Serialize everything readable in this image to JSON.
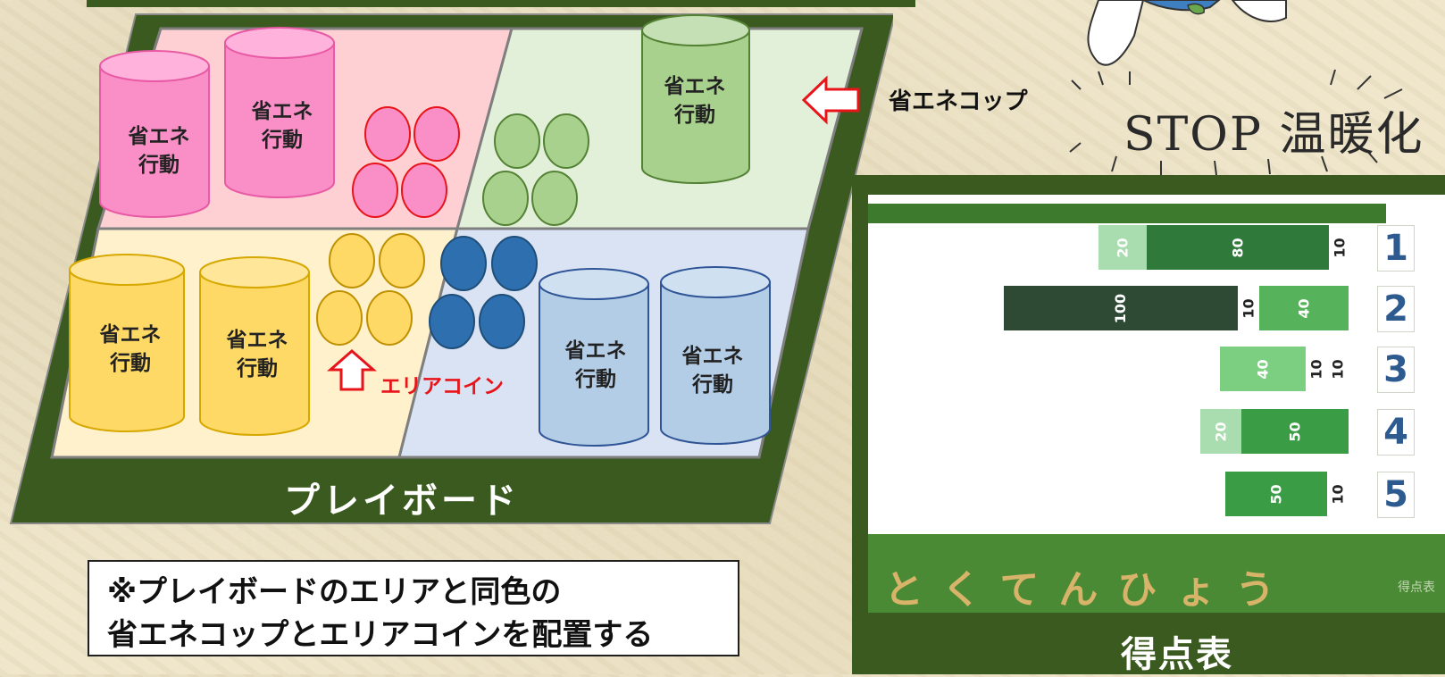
{
  "board": {
    "caption": "プレイボード",
    "cup_label_line1": "省エネ",
    "cup_label_line2": "行動",
    "area_coin_label": "エリアコイン",
    "cop_label": "省エネコップ"
  },
  "note": {
    "line1": "※プレイボードのエリアと同色の",
    "line2": "省エネコップとエリアコインを配置する"
  },
  "logo": {
    "text": "STOP 温暖化"
  },
  "score_sheet": {
    "title": "得点表",
    "footer": "とくてんひょう",
    "footer_small": "得点表",
    "rows": [
      {
        "num": "1",
        "segments": [
          "20",
          "80",
          "10"
        ]
      },
      {
        "num": "2",
        "segments": [
          "100",
          "10",
          "40"
        ]
      },
      {
        "num": "3",
        "segments": [
          "40",
          "10",
          "10"
        ]
      },
      {
        "num": "4",
        "segments": [
          "20",
          "50"
        ]
      },
      {
        "num": "5",
        "segments": [
          "50",
          "10"
        ]
      }
    ]
  },
  "colors": {
    "board_frame": "#3b5a1f",
    "pink": "#f98fc6",
    "green": "#a9d18e",
    "yellow": "#ffd966",
    "blue": "#2e6fb0",
    "arrow_red": "#e8141a"
  }
}
